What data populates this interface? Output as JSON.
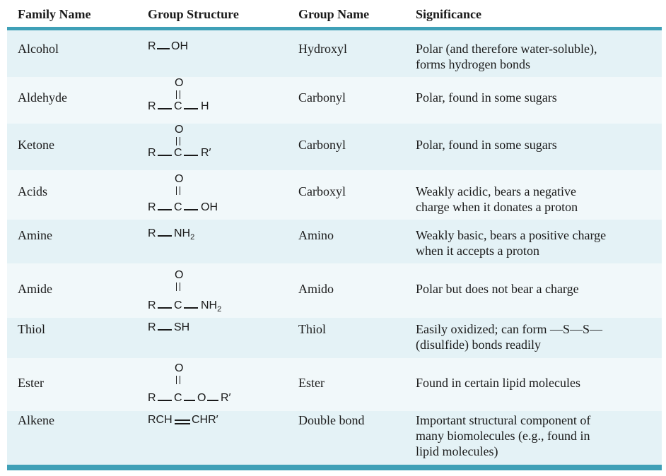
{
  "headers": [
    "Family Name",
    "Group Structure",
    "Group Name",
    "Significance"
  ],
  "rows": [
    {
      "family": "Alcohol",
      "group": "Hydroxyl",
      "sig1": "Polar (and therefore water-soluble),",
      "sig2": "forms hydrogen bonds",
      "struct": "R—OH"
    },
    {
      "family": "Aldehyde",
      "group": "Carbonyl",
      "sig1": "Polar, found in some sugars",
      "sig2": "",
      "struct": "R—C(=O)—H"
    },
    {
      "family": "Ketone",
      "group": "Carbonyl",
      "sig1": "Polar, found in some sugars",
      "sig2": "",
      "struct": "R—C(=O)—R′"
    },
    {
      "family": "Acids",
      "group": "Carboxyl",
      "sig1": "Weakly acidic, bears a negative",
      "sig2": "charge when it donates a proton",
      "struct": "R—C(=O)—OH"
    },
    {
      "family": "Amine",
      "group": "Amino",
      "sig1": "Weakly basic, bears a positive charge",
      "sig2": "when it accepts a proton",
      "struct": "R—NH2"
    },
    {
      "family": "Amide",
      "group": "Amido",
      "sig1": "Polar but does not bear a charge",
      "sig2": "",
      "struct": "R—C(=O)—NH2"
    },
    {
      "family": "Thiol",
      "group": "Thiol",
      "sig1": "Easily oxidized; can form —S—S—",
      "sig2": "(disulfide) bonds readily",
      "struct": "R—SH"
    },
    {
      "family": "Ester",
      "group": "Ester",
      "sig1": "Found in certain lipid molecules",
      "sig2": "",
      "struct": "R—C(=O)—O—R′"
    },
    {
      "family": "Alkene",
      "group": "Double bond",
      "sig1": "Important structural component of",
      "sig2": "many biomolecules (e.g., found in",
      "sig3": "lipid molecules)",
      "struct": "RCH=CHR′"
    }
  ],
  "atoms": {
    "R": "R",
    "O": "O",
    "C": "C",
    "H": "H",
    "OH": "OH",
    "NH": "NH",
    "sub2": "2",
    "Rp": "R′",
    "SH": "SH",
    "RCH": "RCH",
    "CHRp": "CHR′"
  },
  "colors": {
    "accent": "#3fa0b7",
    "row_dark": "#e4f2f6",
    "row_light": "#f1f8fa"
  }
}
